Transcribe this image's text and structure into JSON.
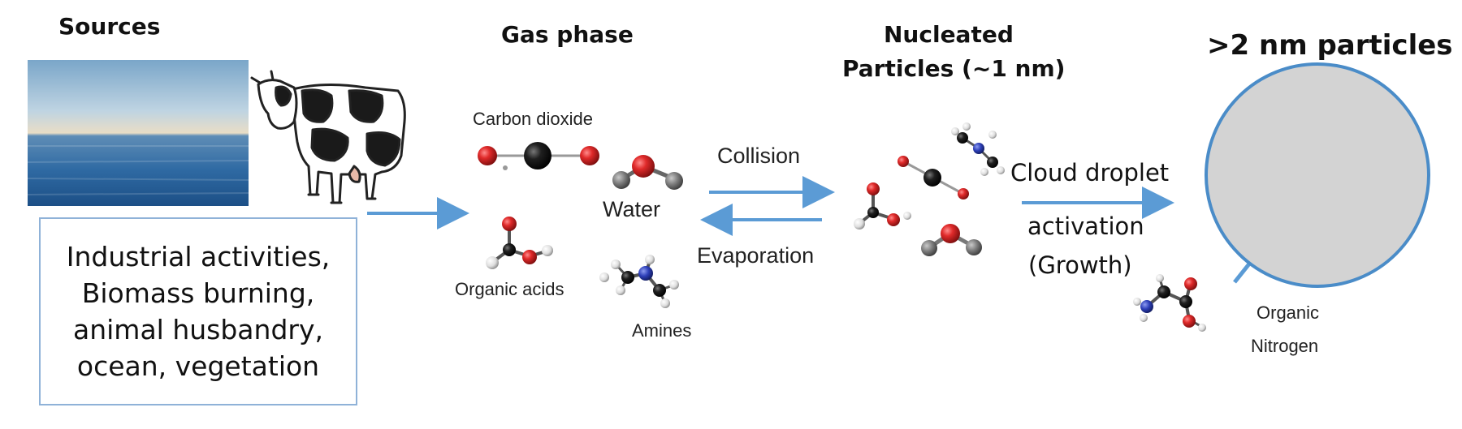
{
  "headings": {
    "sources": "Sources",
    "gas_phase": "Gas phase",
    "nucleated_line1": "Nucleated",
    "nucleated_line2": "Particles (~1 nm)",
    "large_particles": ">2 nm particles"
  },
  "sources_box": {
    "lines": [
      "Industrial activities,",
      "Biomass burning,",
      "animal husbandry,",
      "ocean, vegetation"
    ]
  },
  "molecules": {
    "carbon_dioxide": "Carbon dioxide",
    "water": "Water",
    "organic_acids": "Organic acids",
    "amines": "Amines",
    "organic_nitrogen_line1": "Organic",
    "organic_nitrogen_line2": "Nitrogen"
  },
  "processes": {
    "collision": "Collision",
    "evaporation": "Evaporation",
    "activation_line1": "Cloud droplet",
    "activation_line2": "activation",
    "activation_line3": "(Growth)"
  },
  "colors": {
    "arrow": "#5b9bd5",
    "box_border": "#8fb2d8",
    "oxygen": "#d9262b",
    "carbon": "#1a1a1a",
    "nitrogen": "#2b3fb5",
    "hydrogen": "#e6e6e6",
    "particle_fill": "#d3d3d3"
  }
}
